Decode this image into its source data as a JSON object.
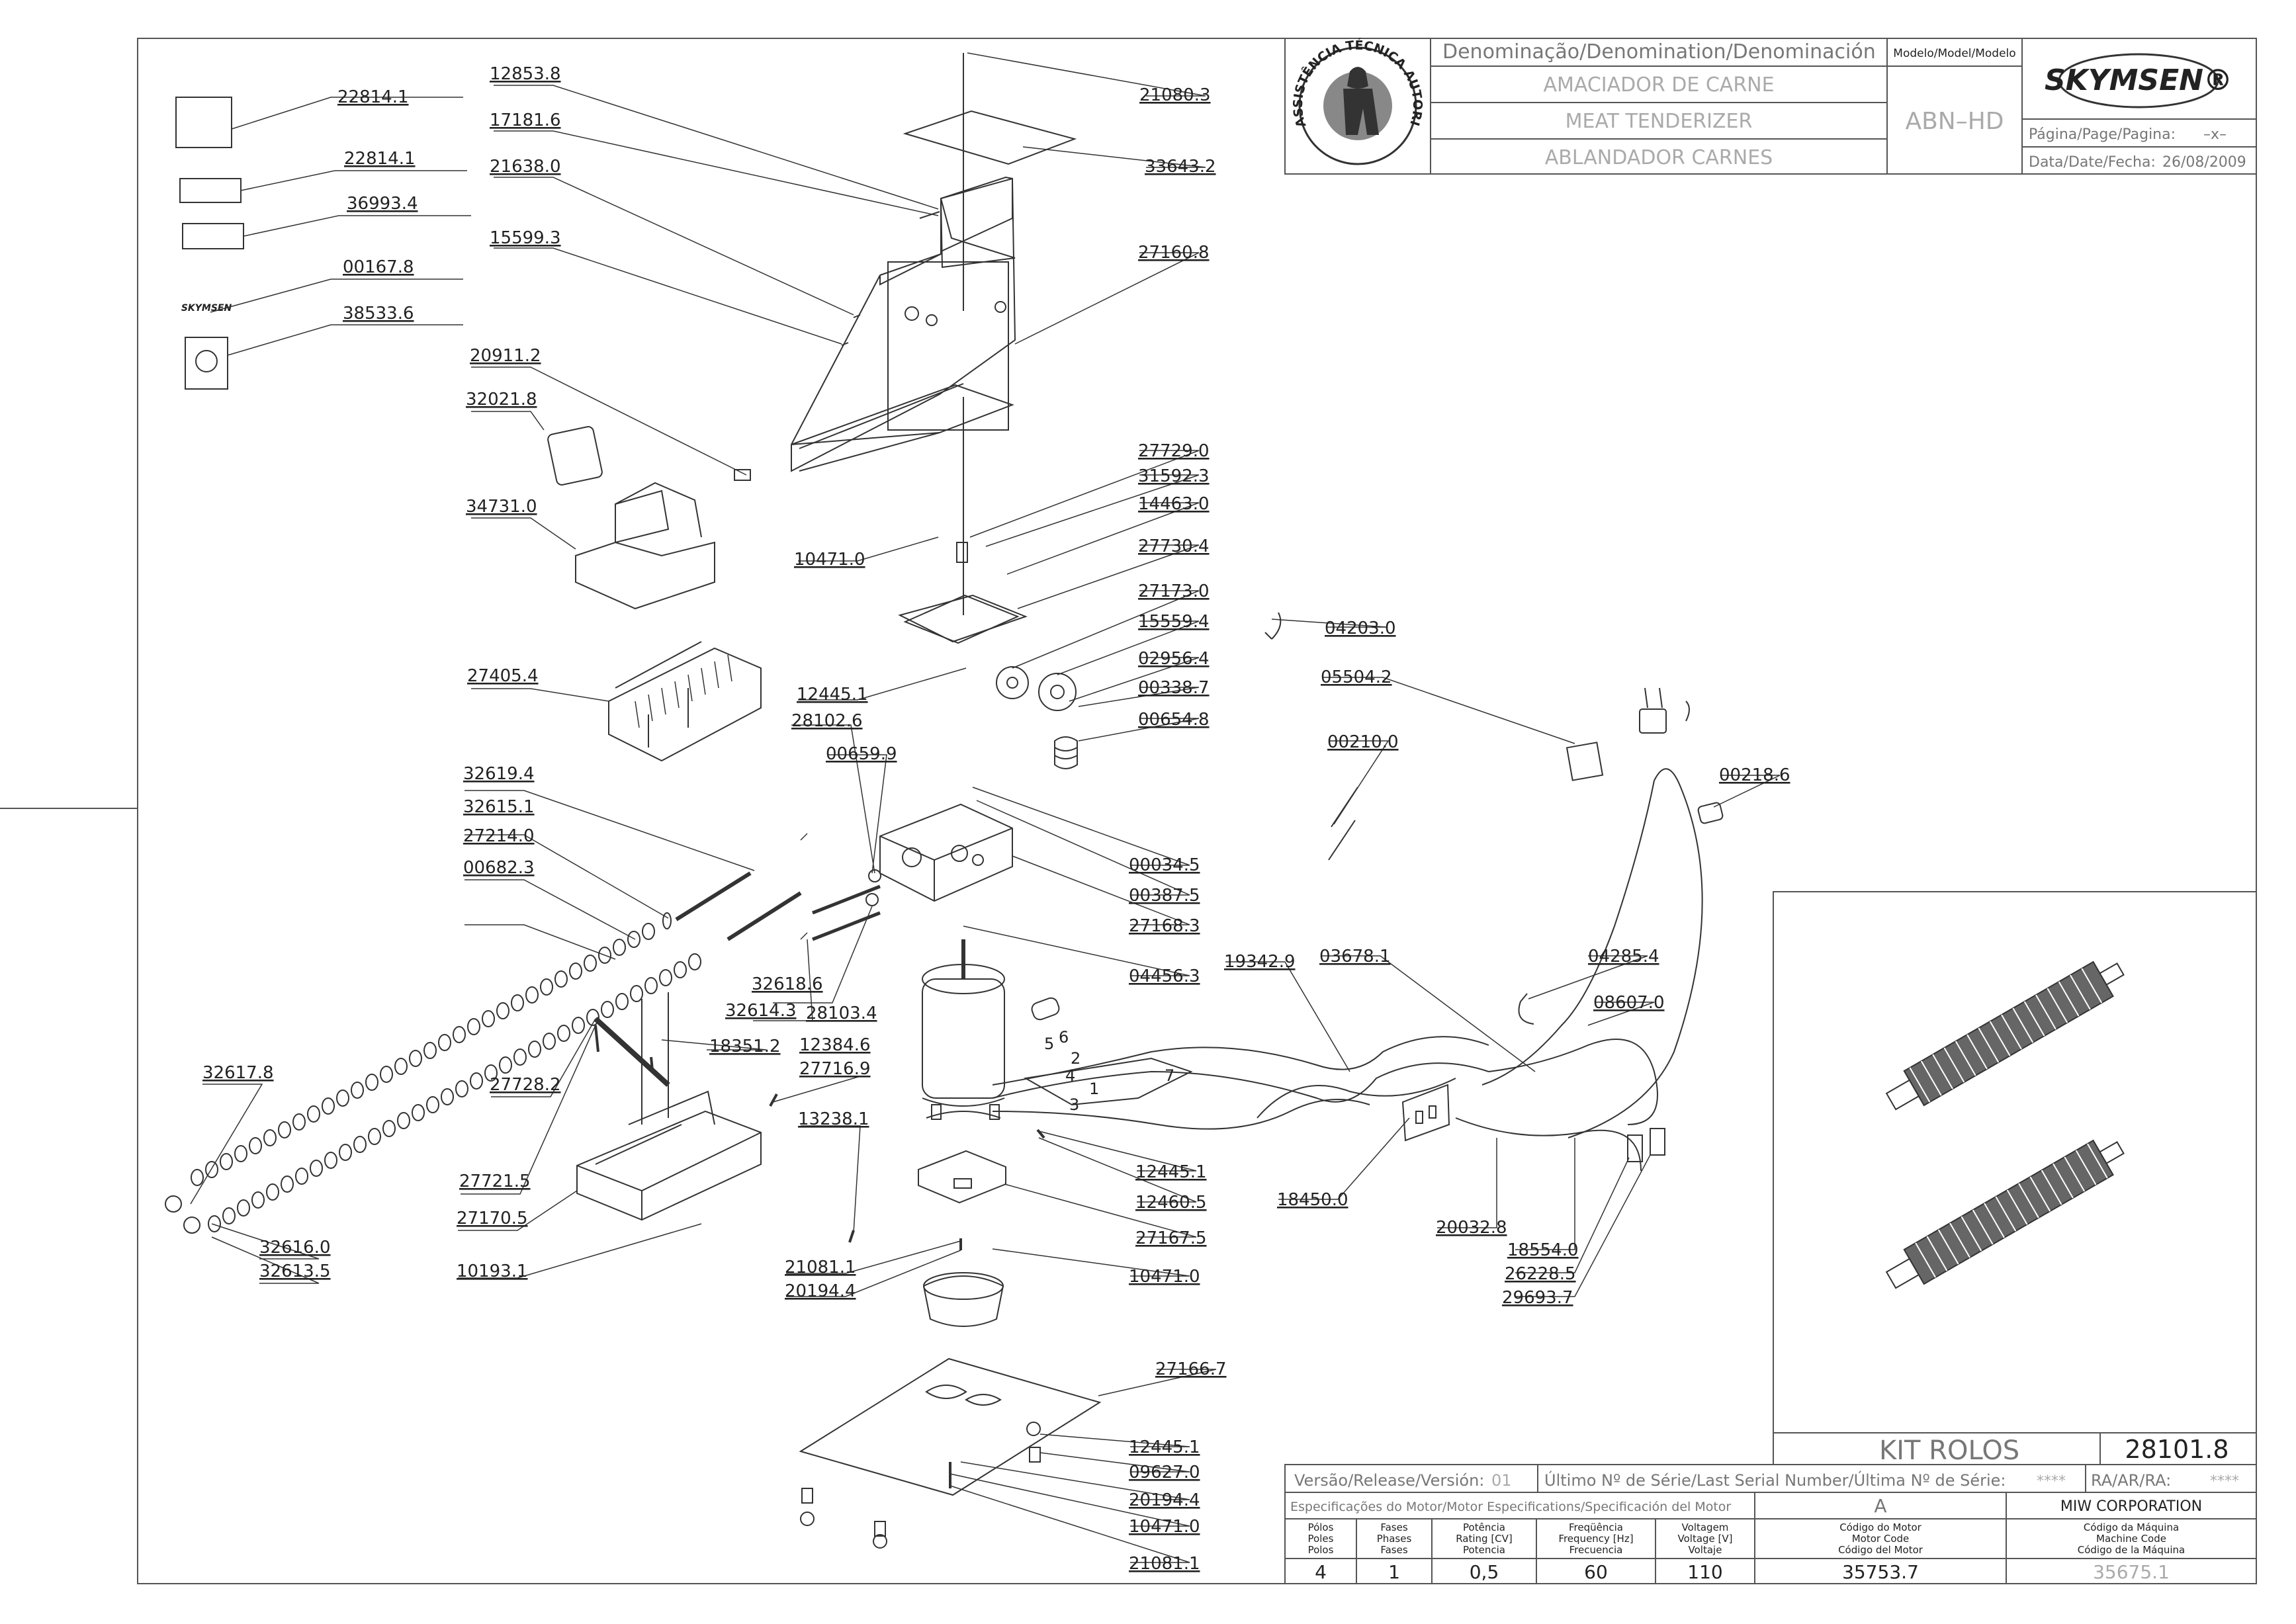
{
  "title_block": {
    "denomination_header": "Denominação/Denomination/Denominación",
    "model_header": "Modelo/Model/Modelo",
    "name_pt": "AMACIADOR DE CARNE",
    "name_en": "MEAT TENDERIZER",
    "name_es": "ABLANDADOR CARNES",
    "model_value": "ABN–HD",
    "page_label": "Página/Page/Pagina:",
    "page_value": "–x–",
    "date_label": "Data/Date/Fecha:",
    "date_value": "26/08/2009",
    "brand": "SKYMSEN®",
    "seal_text": "ASSISTÊNCIA TÉCNICA AUTORIZADA"
  },
  "labels": [
    {
      "id": "l1",
      "text": "22814.1"
    },
    {
      "id": "l2",
      "text": "22814.1"
    },
    {
      "id": "l3",
      "text": "36993.4"
    },
    {
      "id": "l4",
      "text": "00167.8"
    },
    {
      "id": "l5",
      "text": "38533.6"
    },
    {
      "id": "l6",
      "text": "12853.8"
    },
    {
      "id": "l7",
      "text": "17181.6"
    },
    {
      "id": "l8",
      "text": "21638.0"
    },
    {
      "id": "l9",
      "text": "15599.3"
    },
    {
      "id": "l10",
      "text": "20911.2"
    },
    {
      "id": "l11",
      "text": "32021.8"
    },
    {
      "id": "l12",
      "text": "34731.0"
    },
    {
      "id": "l13",
      "text": "27405.4"
    },
    {
      "id": "l14",
      "text": "32619.4"
    },
    {
      "id": "l15",
      "text": "32615.1"
    },
    {
      "id": "l16",
      "text": "27214.0"
    },
    {
      "id": "l17",
      "text": "00682.3"
    },
    {
      "id": "l18",
      "text": "32617.8"
    },
    {
      "id": "l19",
      "text": "32616.0"
    },
    {
      "id": "l20",
      "text": "32613.5"
    },
    {
      "id": "l21",
      "text": "27721.5"
    },
    {
      "id": "l22",
      "text": "27170.5"
    },
    {
      "id": "l23",
      "text": "10193.1"
    },
    {
      "id": "l24",
      "text": "27728.2"
    },
    {
      "id": "l25",
      "text": "18351.2"
    },
    {
      "id": "l26",
      "text": "32618.6"
    },
    {
      "id": "l27",
      "text": "32614.3"
    },
    {
      "id": "l28",
      "text": "28103.4"
    },
    {
      "id": "l29",
      "text": "12384.6"
    },
    {
      "id": "l30",
      "text": "27716.9"
    },
    {
      "id": "l31",
      "text": "13238.1"
    },
    {
      "id": "l32",
      "text": "21081.1"
    },
    {
      "id": "l33",
      "text": "20194.4"
    },
    {
      "id": "l34",
      "text": "10471.0"
    },
    {
      "id": "l35",
      "text": "12445.1"
    },
    {
      "id": "l36",
      "text": "28102.6"
    },
    {
      "id": "l37",
      "text": "00659.9"
    },
    {
      "id": "l38",
      "text": "21080.3"
    },
    {
      "id": "l39",
      "text": "33643.2"
    },
    {
      "id": "l40",
      "text": "27160.8"
    },
    {
      "id": "l41",
      "text": "27729.0"
    },
    {
      "id": "l42",
      "text": "31592.3"
    },
    {
      "id": "l43",
      "text": "14463.0"
    },
    {
      "id": "l44",
      "text": "27730.4"
    },
    {
      "id": "l45",
      "text": "27173.0"
    },
    {
      "id": "l46",
      "text": "15559.4"
    },
    {
      "id": "l47",
      "text": "02956.4"
    },
    {
      "id": "l48",
      "text": "00338.7"
    },
    {
      "id": "l49",
      "text": "00654.8"
    },
    {
      "id": "l50",
      "text": "00034.5"
    },
    {
      "id": "l51",
      "text": "00387.5"
    },
    {
      "id": "l52",
      "text": "27168.3"
    },
    {
      "id": "l53",
      "text": "04456.3"
    },
    {
      "id": "l54",
      "text": "12445.1"
    },
    {
      "id": "l55",
      "text": "12460.5"
    },
    {
      "id": "l56",
      "text": "27167.5"
    },
    {
      "id": "l57",
      "text": "10471.0"
    },
    {
      "id": "l58",
      "text": "27166.7"
    },
    {
      "id": "l59",
      "text": "12445.1"
    },
    {
      "id": "l60",
      "text": "09627.0"
    },
    {
      "id": "l61",
      "text": "20194.4"
    },
    {
      "id": "l62",
      "text": "10471.0"
    },
    {
      "id": "l63",
      "text": "21081.1"
    },
    {
      "id": "l64",
      "text": "04203.0"
    },
    {
      "id": "l65",
      "text": "05504.2"
    },
    {
      "id": "l66",
      "text": "00210.0"
    },
    {
      "id": "l67",
      "text": "00218.6"
    },
    {
      "id": "l68",
      "text": "19342.9"
    },
    {
      "id": "l69",
      "text": "03678.1"
    },
    {
      "id": "l70",
      "text": "04285.4"
    },
    {
      "id": "l71",
      "text": "08607.0"
    },
    {
      "id": "l72",
      "text": "18450.0"
    },
    {
      "id": "l73",
      "text": "20032.8"
    },
    {
      "id": "l74",
      "text": "18554.0"
    },
    {
      "id": "l75",
      "text": "26228.5"
    },
    {
      "id": "l76",
      "text": "29693.7"
    }
  ],
  "wire_numbers": [
    "5",
    "6",
    "2",
    "4",
    "7",
    "1",
    "3"
  ],
  "kit": {
    "name": "KIT ROLOS",
    "code": "28101.8"
  },
  "footer": {
    "version_label": "Versão/Release/Versión:",
    "version_value": "01",
    "serial_label": "Último Nº de Série/Last Serial Number/Última Nº de Série:",
    "serial_value": "****",
    "ra_label": "RA/AR/RA:",
    "ra_value": "****",
    "motor_spec_label": "Especificações do Motor/Motor Especifications/Specificación del Motor",
    "motor_spec_value": "A",
    "corp": "MIW CORPORATION",
    "columns": [
      {
        "l1": "Pólos",
        "l2": "Poles",
        "l3": "Polos",
        "value": "4"
      },
      {
        "l1": "Fases",
        "l2": "Phases",
        "l3": "Fases",
        "value": "1"
      },
      {
        "l1": "Potência",
        "l2": "Rating [CV]",
        "l3": "Potencia",
        "value": "0,5"
      },
      {
        "l1": "Freqüência",
        "l2": "Frequency [Hz]",
        "l3": "Frecuencia",
        "value": "60"
      },
      {
        "l1": "Voltagem",
        "l2": "Voltage [V]",
        "l3": "Voltaje",
        "value": "110"
      },
      {
        "l1": "Código do Motor",
        "l2": "Motor Code",
        "l3": "Código del Motor",
        "value": "35753.7"
      },
      {
        "l1": "Código da Máquina",
        "l2": "Machine Code",
        "l3": "Código de la Máquina",
        "value": "35675.1"
      }
    ]
  }
}
